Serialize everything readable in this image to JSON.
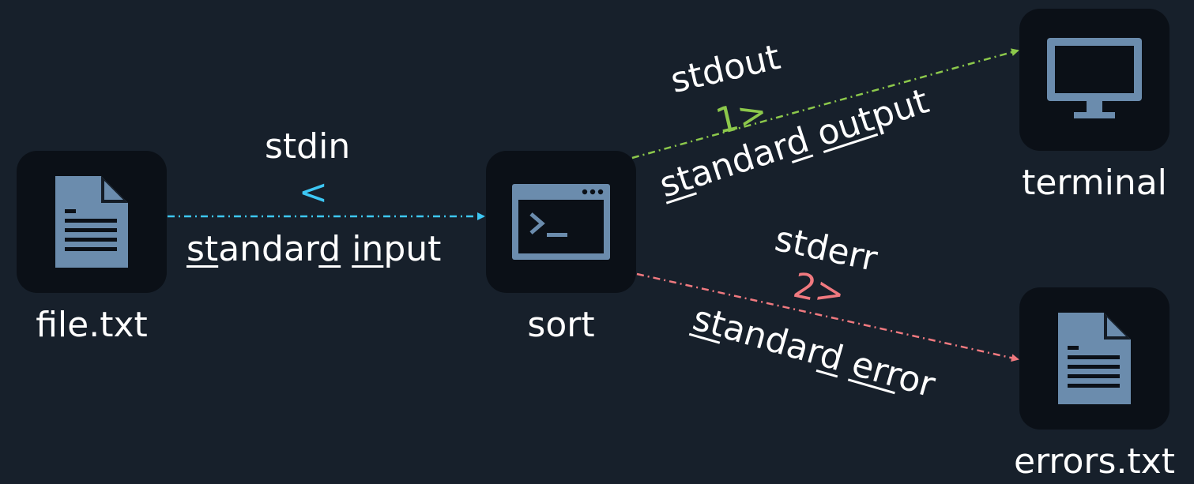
{
  "nodes": {
    "input_file": {
      "label": "file.txt",
      "icon": "document-icon"
    },
    "command": {
      "label": "sort",
      "icon": "terminal-window-icon"
    },
    "output": {
      "label": "terminal",
      "icon": "monitor-icon"
    },
    "error_file": {
      "label": "errors.txt",
      "icon": "document-icon"
    }
  },
  "streams": {
    "stdin": {
      "name": "stdin",
      "operator": "<",
      "color": "#3dc7f4",
      "words": [
        [
          {
            "text": "st",
            "u": true
          },
          {
            "text": "andar",
            "u": false
          },
          {
            "text": "d",
            "u": true
          }
        ],
        [
          {
            "text": "in",
            "u": true
          },
          {
            "text": "put",
            "u": false
          }
        ]
      ]
    },
    "stdout": {
      "name": "stdout",
      "operator": "1>",
      "color": "#8cc84b",
      "words": [
        [
          {
            "text": "st",
            "u": true
          },
          {
            "text": "andar",
            "u": false
          },
          {
            "text": "d",
            "u": true
          }
        ],
        [
          {
            "text": "out",
            "u": true
          },
          {
            "text": "put",
            "u": false
          }
        ]
      ]
    },
    "stderr": {
      "name": "stderr",
      "operator": "2>",
      "color": "#f0797f",
      "words": [
        [
          {
            "text": "st",
            "u": true
          },
          {
            "text": "andar",
            "u": false
          },
          {
            "text": "d",
            "u": true
          }
        ],
        [
          {
            "text": "err",
            "u": true
          },
          {
            "text": "or",
            "u": false
          }
        ]
      ]
    }
  },
  "colors": {
    "background": "#17202b",
    "node_fill": "#0b1017",
    "icon": "#6b8cad",
    "text": "#ffffff"
  }
}
